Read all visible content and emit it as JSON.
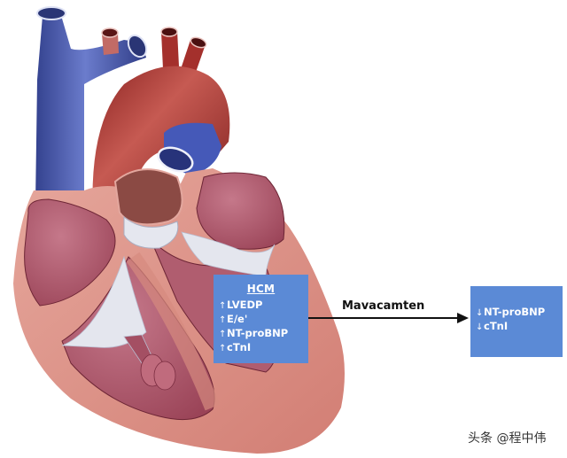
{
  "diagram": {
    "hcm_box": {
      "title": "HCM",
      "items": [
        {
          "arrow": "↑",
          "label": "LVEDP"
        },
        {
          "arrow": "↑",
          "label": "E/e'"
        },
        {
          "arrow": "↑",
          "label": "NT-proBNP"
        },
        {
          "arrow": "↑",
          "label": "cTnI"
        }
      ]
    },
    "treatment": {
      "label": "Mavacamten"
    },
    "result_box": {
      "items": [
        {
          "arrow": "↓",
          "label": "NT-proBNP"
        },
        {
          "arrow": "↓",
          "label": "cTnI"
        }
      ]
    },
    "watermark": "头条 @程中伟",
    "colors": {
      "box_fill": "#5b8ad6",
      "box_text": "#ffffff",
      "arrow": "#111111",
      "myocardium": "#d98a80",
      "chamber": "#a94f62",
      "vein": "#4a5fb5",
      "aorta": "#a8332f",
      "valve_tissue": "#e4e6ee"
    }
  }
}
